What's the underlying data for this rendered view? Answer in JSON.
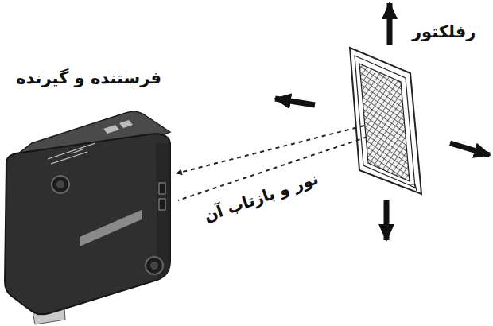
{
  "diagram": {
    "labels": [
      "فرستنده و گیرنده",
      "رفلکتور",
      "نور و بازتاب آن"
    ]
  }
}
